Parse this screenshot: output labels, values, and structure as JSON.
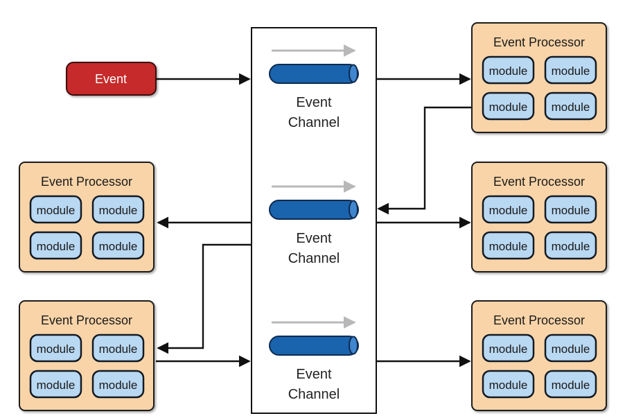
{
  "event": {
    "label": "Event"
  },
  "channels": [
    {
      "label_line1": "Event",
      "label_line2": "Channel"
    },
    {
      "label_line1": "Event",
      "label_line2": "Channel"
    },
    {
      "label_line1": "Event",
      "label_line2": "Channel"
    }
  ],
  "processors": [
    {
      "title": "Event Processor",
      "modules": [
        "module",
        "module",
        "module",
        "module"
      ]
    },
    {
      "title": "Event Processor",
      "modules": [
        "module",
        "module",
        "module",
        "module"
      ]
    },
    {
      "title": "Event Processor",
      "modules": [
        "module",
        "module",
        "module",
        "module"
      ]
    },
    {
      "title": "Event Processor",
      "modules": [
        "module",
        "module",
        "module",
        "module"
      ]
    },
    {
      "title": "Event Processor",
      "modules": [
        "module",
        "module",
        "module",
        "module"
      ]
    }
  ],
  "colors": {
    "event_fill": "#c62a2a",
    "event_stroke": "#3a0a0a",
    "processor_fill": "#f8d4a8",
    "processor_stroke": "#1a1a1a",
    "module_fill": "#b9d8f2",
    "module_stroke": "#121a24",
    "channel_fill": "#1a63ad",
    "channel_stroke": "#0d2a4e",
    "flow_arrow": "#b8b8b8",
    "connector": "#111111"
  }
}
